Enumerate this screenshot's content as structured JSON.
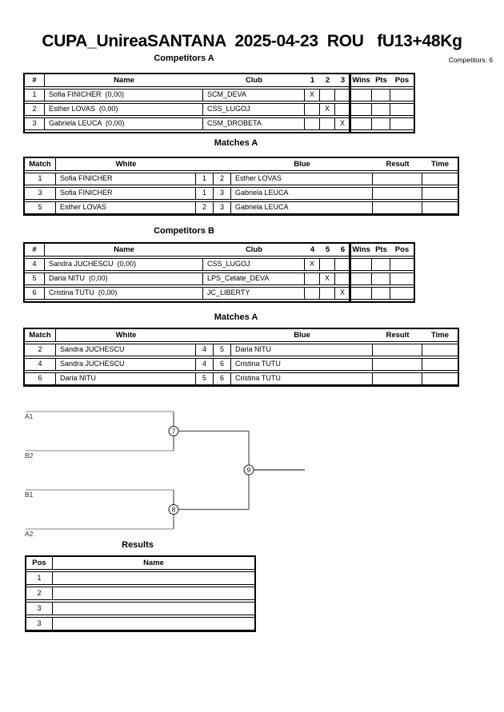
{
  "title": "CUPA_UnireaSANTANA  2025-04-23  ROU   fU13+48Kg",
  "competitors_total": "Competitors: 6",
  "colors": {
    "table_border": "#000000",
    "bracket_line": "#808080"
  },
  "competitors_a": {
    "title": "Competitors A",
    "headers": {
      "num": "#",
      "name": "Name",
      "club": "Club",
      "c1": "1",
      "c2": "2",
      "c3": "3",
      "wins": "Wins",
      "pts": "Pts",
      "pos": "Pos"
    },
    "rows": [
      {
        "num": "1",
        "name": "Sofia FINICHER  (0,00)",
        "club": "SCM_DEVA",
        "c1": "X",
        "c2": "",
        "c3": "",
        "wins": "",
        "pts": "",
        "pos": ""
      },
      {
        "num": "2",
        "name": "Esther LOVAS  (0,00)",
        "club": "CSS_LUGOJ",
        "c1": "",
        "c2": "X",
        "c3": "",
        "wins": "",
        "pts": "",
        "pos": ""
      },
      {
        "num": "3",
        "name": "Gabriela LEUCA  (0,00)",
        "club": "CSM_DROBETA",
        "c1": "",
        "c2": "",
        "c3": "X",
        "wins": "",
        "pts": "",
        "pos": ""
      }
    ]
  },
  "matches_a1": {
    "title": "Matches A",
    "headers": {
      "match": "Match",
      "white": "White",
      "blue": "Blue",
      "result": "Result",
      "time": "Time"
    },
    "rows": [
      {
        "match": "1",
        "white": "Sofia FINICHER",
        "wn": "1",
        "bn": "2",
        "blue": "Esther LOVAS",
        "result": "",
        "time": ""
      },
      {
        "match": "3",
        "white": "Sofia FINICHER",
        "wn": "1",
        "bn": "3",
        "blue": "Gabriela LEUCA",
        "result": "",
        "time": ""
      },
      {
        "match": "5",
        "white": "Esther LOVAS",
        "wn": "2",
        "bn": "3",
        "blue": "Gabriela LEUCA",
        "result": "",
        "time": ""
      }
    ]
  },
  "competitors_b": {
    "title": "Competitors B",
    "headers": {
      "num": "#",
      "name": "Name",
      "club": "Club",
      "c1": "4",
      "c2": "5",
      "c3": "6",
      "wins": "Wins",
      "pts": "Pts",
      "pos": "Pos"
    },
    "rows": [
      {
        "num": "4",
        "name": "Sandra JUCHESCU  (0,00)",
        "club": "CSS_LUGOJ",
        "c1": "X",
        "c2": "",
        "c3": "",
        "wins": "",
        "pts": "",
        "pos": ""
      },
      {
        "num": "5",
        "name": "Daria NITU  (0,00)",
        "club": "LPS_Cetate_DEVA",
        "c1": "",
        "c2": "X",
        "c3": "",
        "wins": "",
        "pts": "",
        "pos": ""
      },
      {
        "num": "6",
        "name": "Cristina TUTU  (0,00)",
        "club": "JC_LIBERTY",
        "c1": "",
        "c2": "",
        "c3": "X",
        "wins": "",
        "pts": "",
        "pos": ""
      }
    ]
  },
  "matches_a2": {
    "title": "Matches A",
    "headers": {
      "match": "Match",
      "white": "White",
      "blue": "Blue",
      "result": "Result",
      "time": "Time"
    },
    "rows": [
      {
        "match": "2",
        "white": "Sandra JUCHESCU",
        "wn": "4",
        "bn": "5",
        "blue": "Daria NITU",
        "result": "",
        "time": ""
      },
      {
        "match": "4",
        "white": "Sandra JUCHESCU",
        "wn": "4",
        "bn": "6",
        "blue": "Cristina TUTU",
        "result": "",
        "time": ""
      },
      {
        "match": "6",
        "white": "Daria NITU",
        "wn": "5",
        "bn": "6",
        "blue": "Cristina TUTU",
        "result": "",
        "time": ""
      }
    ]
  },
  "bracket": {
    "seeds": {
      "top1": "A1",
      "top2": "B2",
      "bottom1": "B1",
      "bottom2": "A2"
    },
    "match_numbers": {
      "semi1": "7",
      "semi2": "8",
      "final": "9"
    }
  },
  "results": {
    "title": "Results",
    "headers": {
      "pos": "Pos",
      "name": "Name"
    },
    "rows": [
      {
        "pos": "1",
        "name": ""
      },
      {
        "pos": "2",
        "name": ""
      },
      {
        "pos": "3",
        "name": ""
      },
      {
        "pos": "3",
        "name": ""
      }
    ]
  }
}
